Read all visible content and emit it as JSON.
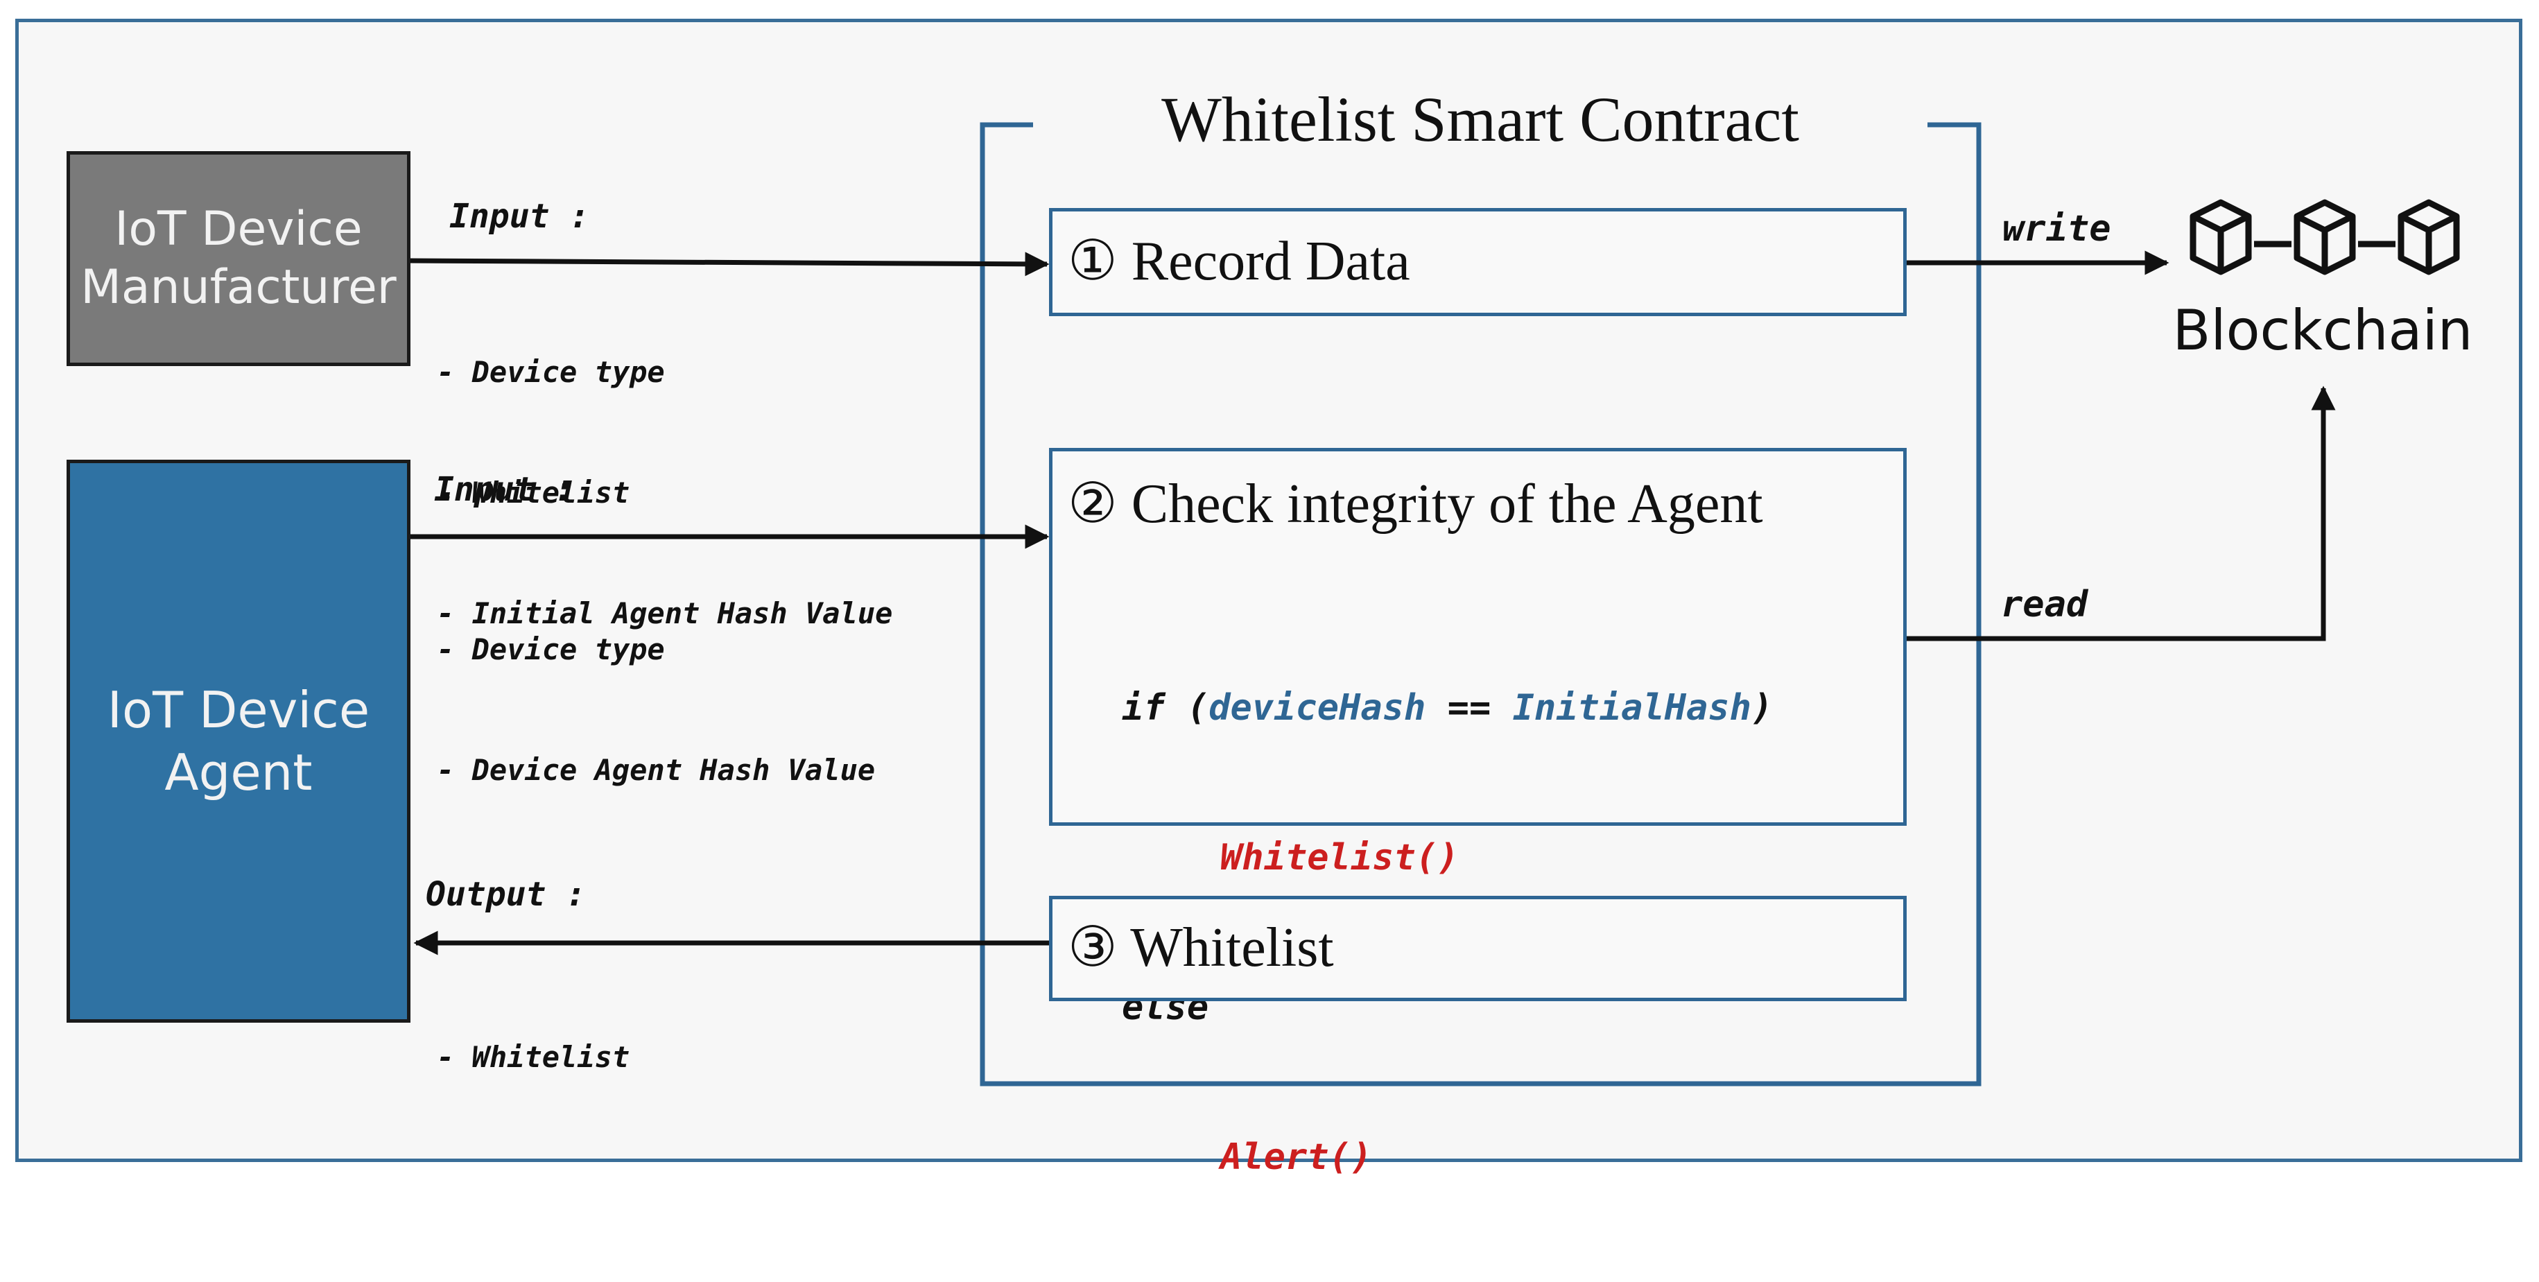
{
  "title": "Whitelist Smart Contract",
  "actors": {
    "manufacturer": {
      "line1": "IoT Device",
      "line2": "Manufacturer"
    },
    "agent": {
      "line1": "IoT Device",
      "line2": "Agent"
    },
    "blockchain": {
      "label": "Blockchain"
    }
  },
  "flows": {
    "manufacturer_input": {
      "label": "Input :",
      "items": [
        "- Device type",
        "- Whitelist",
        "- Initial Agent Hash Value"
      ]
    },
    "agent_input": {
      "label": "Input :",
      "items": [
        "- Device type",
        "- Device Agent Hash Value"
      ]
    },
    "agent_output": {
      "label": "Output :",
      "items": [
        "- Whitelist"
      ]
    },
    "write_label": "write",
    "read_label": "read"
  },
  "steps": {
    "record": "① Record Data",
    "check": "② Check integrity of the Agent",
    "whitelist": "③ Whitelist"
  },
  "code": {
    "if_kw": "if",
    "open_paren": "(",
    "lhs": "deviceHash",
    "op": "==",
    "rhs": "InitialHash",
    "close_paren": ")",
    "then_call": "Whitelist()",
    "else_kw": "else",
    "else_call": "Alert()"
  },
  "colors": {
    "frame": "#3a6e98",
    "manufacturer_fill": "#7a7a7a",
    "agent_fill": "#2f72a3",
    "step_border": "#2f6694",
    "function_red": "#cc1f1f",
    "variable_blue": "#2f6694"
  }
}
